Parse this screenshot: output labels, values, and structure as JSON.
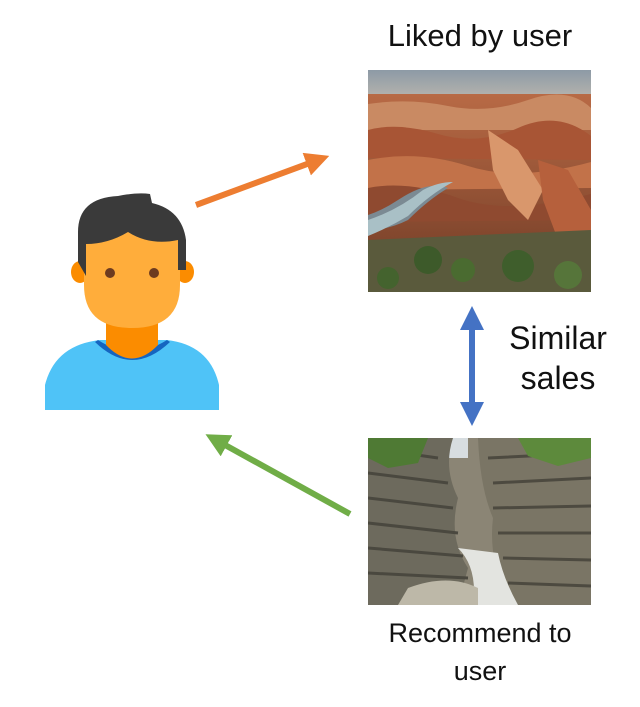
{
  "labels": {
    "liked": "Liked by user",
    "similar_line1": "Similar",
    "similar_line2": "sales",
    "recommend_line1": "Recommend to",
    "recommend_line2": "user"
  },
  "colors": {
    "orange_arrow": "#ED7D31",
    "blue_arrow": "#4472C4",
    "green_arrow": "#70AD47",
    "skin": "#FFAD3B",
    "hair": "#3A3A3A",
    "shirt": "#4FC3F7",
    "collar": "#1565C0",
    "neck": "#FB8C00"
  },
  "icons": {
    "user": "user-avatar-icon",
    "canyon": "canyon-photo",
    "gorge": "gorge-photo"
  }
}
